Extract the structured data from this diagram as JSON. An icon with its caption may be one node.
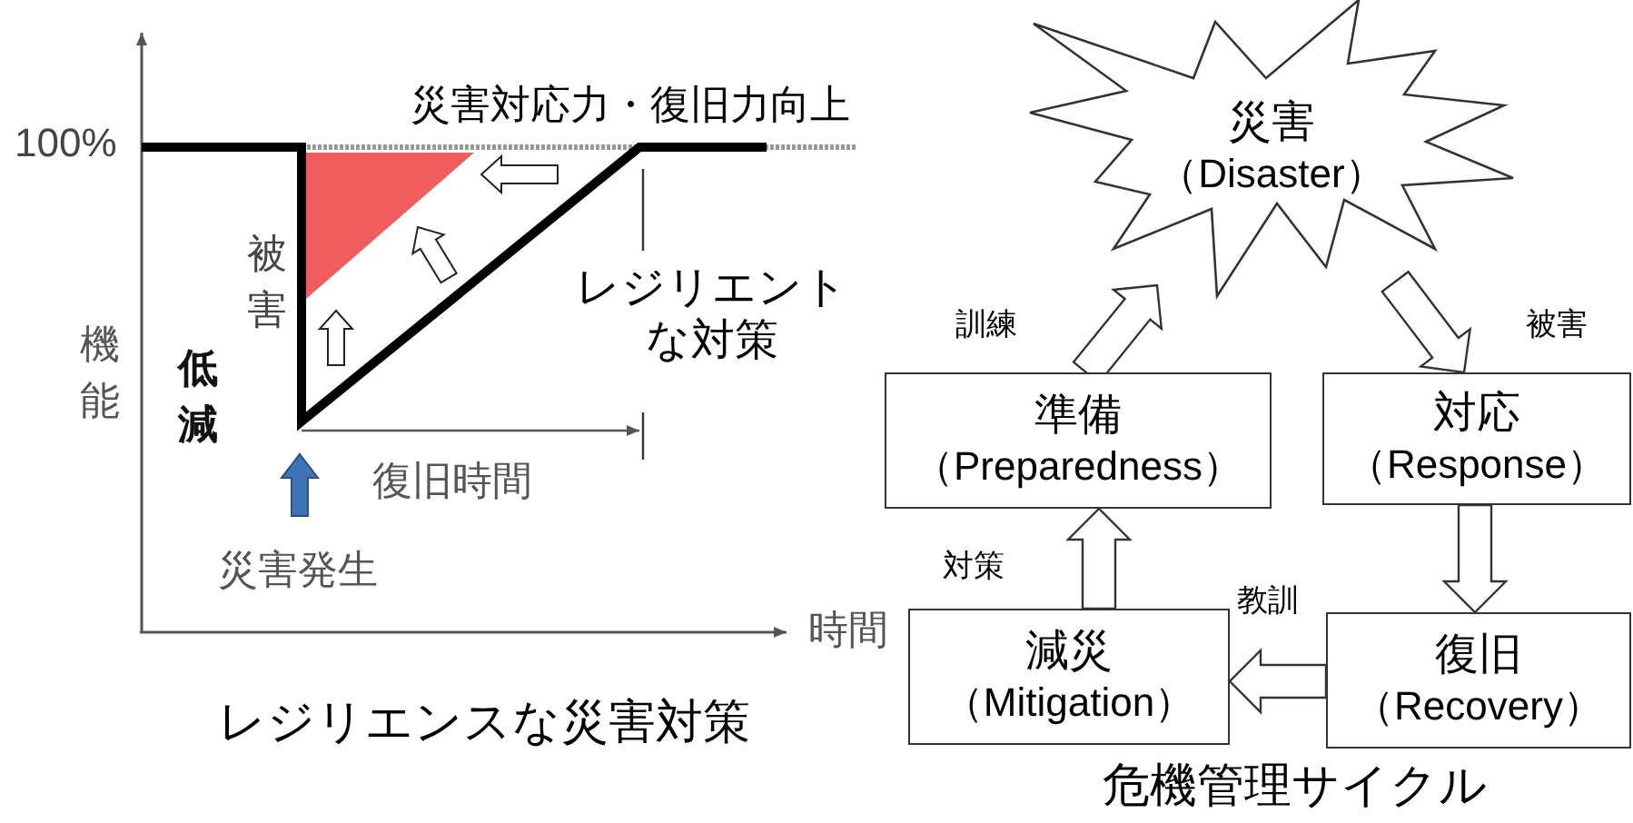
{
  "diagram": {
    "nodes": [
      {
        "text": [
          "災害",
          "（Disaster）"
        ]
      },
      {
        "text": [
          "準備",
          "（Preparedness）"
        ]
      },
      {
        "text": [
          "対応",
          "（Response）"
        ]
      },
      {
        "text": [
          "減災",
          "（Mitigation）"
        ]
      },
      {
        "text": [
          "復旧",
          "（Recovery）"
        ]
      }
    ],
    "edges": [
      {
        "from": 1,
        "to": 0,
        "arrow": "to",
        "label": "訓練"
      },
      {
        "from": 0,
        "to": 2,
        "arrow": "to",
        "label": "被害"
      },
      {
        "from": 2,
        "to": 4,
        "arrow": "to"
      },
      {
        "from": 4,
        "to": 3,
        "arrow": "to",
        "label": "教訓"
      },
      {
        "from": 3,
        "to": 1,
        "arrow": "to",
        "label": "対策"
      }
    ],
    "labels": [
      "災害対応力・復旧力向上",
      "100%",
      "被害",
      "レジリエントな対策",
      "機能",
      "低減",
      "復旧時間",
      "災害発生",
      "時間",
      "レジリエンスな災害対策",
      "危機管理サイクル"
    ]
  }
}
